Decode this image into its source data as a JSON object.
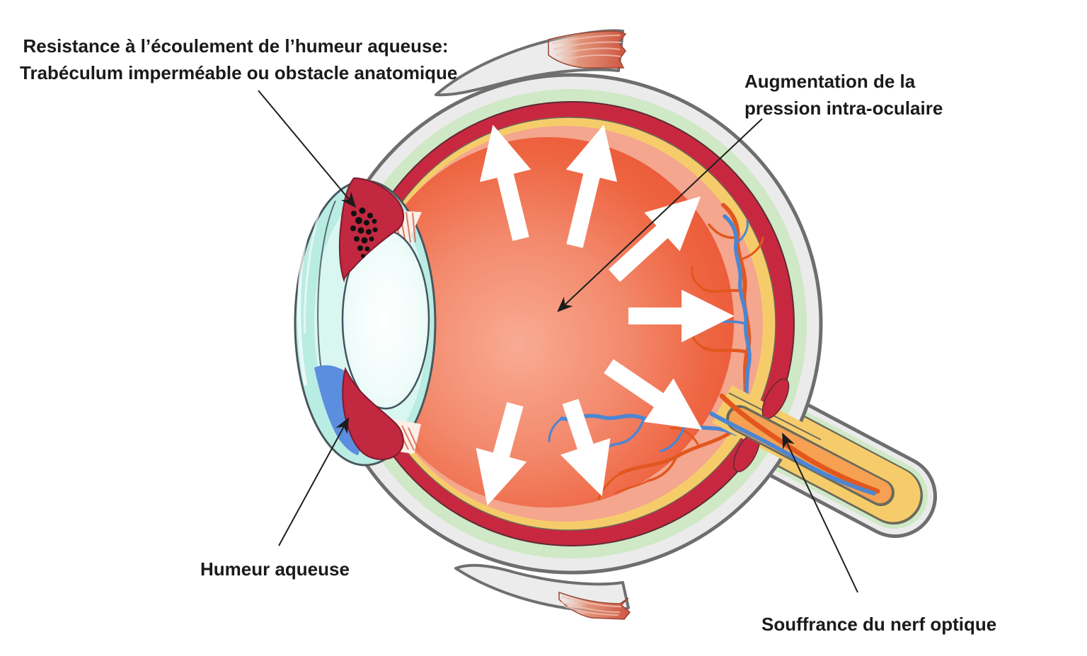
{
  "labels": {
    "resistance": {
      "line1": "Resistance à l’écoulement de l’humeur aqueuse:",
      "line2": "Trabéculum imperméable ou obstacle anatomique"
    },
    "augmentation": {
      "line1": "Augmentation de la",
      "line2": "pression intra-oculaire"
    },
    "humeur_aqueuse": "Humeur aqueuse",
    "souffrance": "Souffrance du nerf optique"
  },
  "annotations": [
    {
      "from": "resistance",
      "points_to": "trabecular-blockage"
    },
    {
      "from": "augmentation",
      "points_to": "eye-center"
    },
    {
      "from": "humeur_aqueuse",
      "points_to": "aqueous-humor"
    },
    {
      "from": "souffrance",
      "points_to": "optic-nerve-head"
    }
  ],
  "pressure_arrows": {
    "count": 7,
    "description": "white block arrows radiating outward from the eye center"
  },
  "colors": {
    "background": "#ffffff",
    "text": "#1a1a1a",
    "annotation_arrow": "#1f1f1f",
    "pressure_arrow": "#ffffff",
    "sclera_fill": "#ebebeb",
    "sclera_outline": "#6e6e6e",
    "conjunctiva_green": "#cfe8c5",
    "choroid_red": "#c8283f",
    "retina_yellow": "#f6cc6b",
    "retina_peach": "#f4a68e",
    "vitreous_center": "#f9ab94",
    "vitreous_edge": "#e95130",
    "cornea": "#b9ece3",
    "anterior_chamber": "#d9f6f1",
    "aqueous_humor_blue": "#5b8ede",
    "iris_red": "#c22840",
    "lens_edge": "#d6f4ee",
    "muscle_red": "#cf5440",
    "artery_orange": "#e2571e",
    "vein_blue": "#4c86d2",
    "nerve_core_orange": "#f5a052",
    "trabecular_dots": "#101010"
  }
}
